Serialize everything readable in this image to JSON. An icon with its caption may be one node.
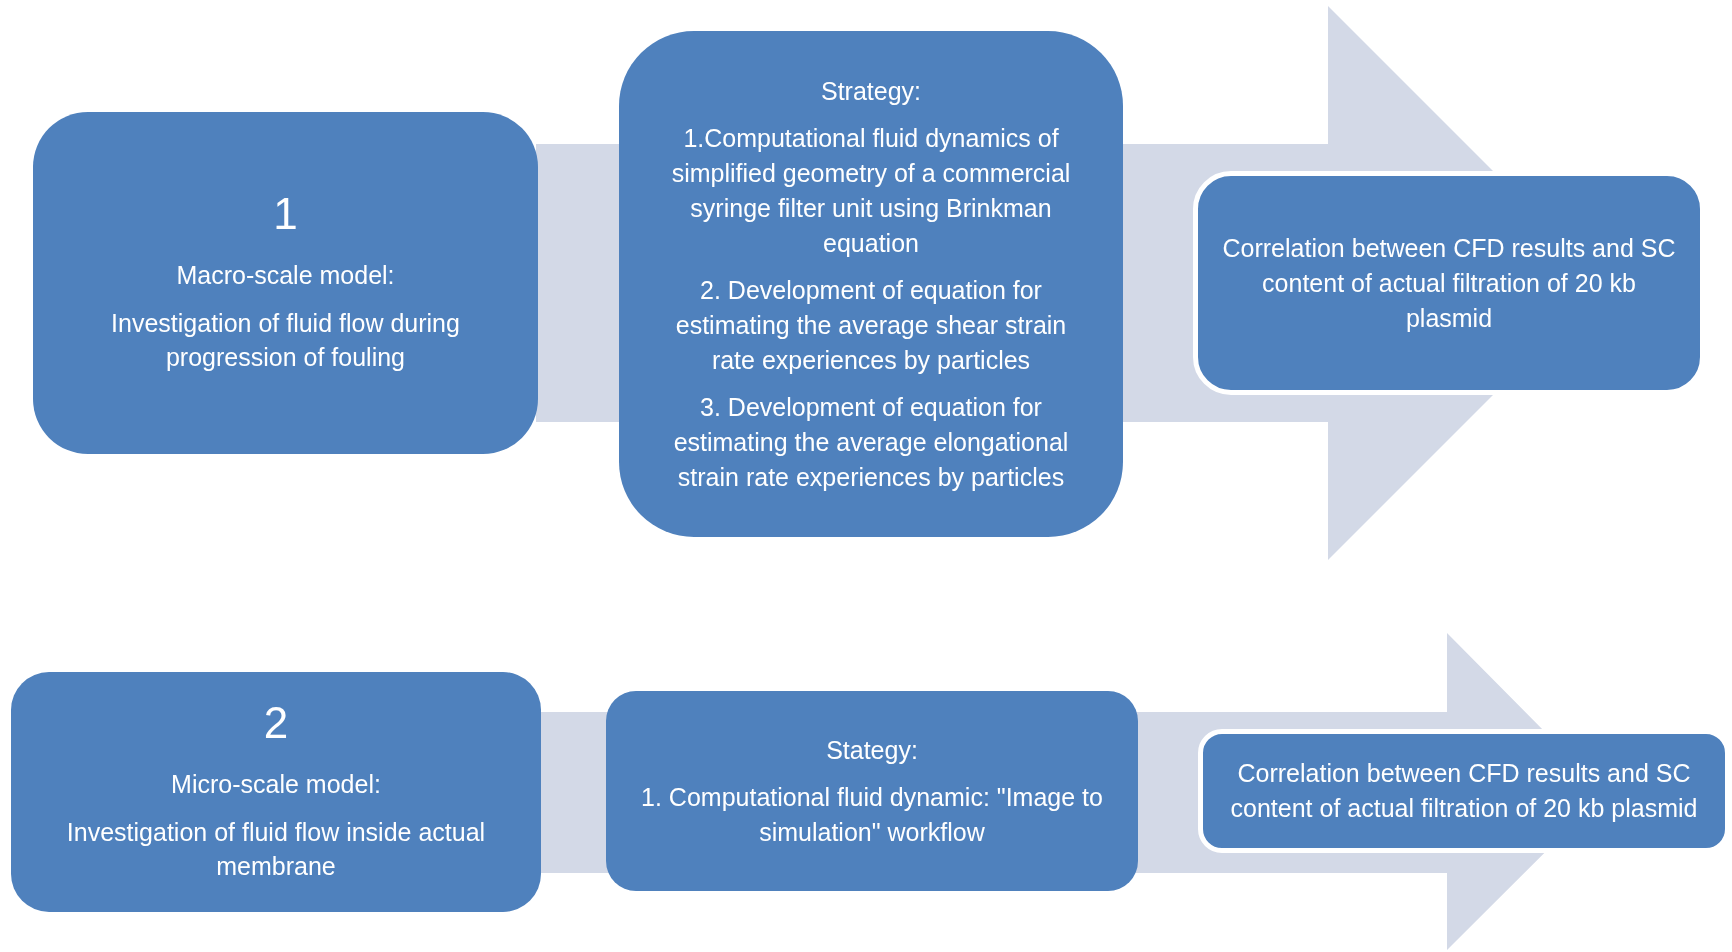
{
  "diagram": {
    "nodes": [
      {
        "text": [
          "1",
          "Macro-scale model:",
          "Investigation of fluid flow during progression of fouling"
        ]
      },
      {
        "text": [
          "Strategy:",
          "1.Computational fluid dynamics of simplified geometry of a commercial syringe filter unit using Brinkman equation",
          "2. Development of equation for estimating the average shear strain rate experiences by particles",
          "3. Development of equation for estimating the average elongational strain rate experiences by particles"
        ]
      },
      {
        "text": [
          "Correlation between CFD results and SC content of actual filtration of 20 kb plasmid"
        ]
      },
      {
        "text": [
          "2",
          "Micro-scale model:",
          "Investigation of fluid flow inside actual membrane"
        ]
      },
      {
        "text": [
          "Stategy:",
          "1. Computational fluid dynamic: \"Image to simulation\" workflow"
        ]
      },
      {
        "text": [
          "Correlation between CFD results and SC content of actual filtration of 20 kb plasmid"
        ]
      }
    ],
    "edges": [
      {
        "from": 0,
        "to": 1,
        "arrow": "none",
        "style": "thick"
      },
      {
        "from": 1,
        "to": 2,
        "arrow": "to",
        "style": "thick"
      },
      {
        "from": 3,
        "to": 4,
        "arrow": "none",
        "style": "thick"
      },
      {
        "from": 4,
        "to": 5,
        "arrow": "to",
        "style": "thick"
      }
    ]
  }
}
